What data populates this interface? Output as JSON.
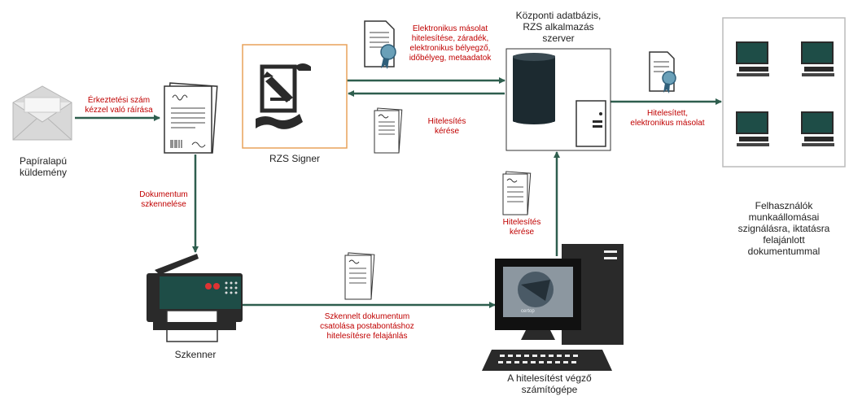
{
  "nodes": {
    "mail": "Papíralapú\nküldemény",
    "signer": "RZS Signer",
    "server": "Központi adatbázis,\nRZS alkalmazás\nszerver",
    "workstations": "Felhasználók\nmunkaállomásai\nszignálásra, iktatásra\nfelajánlott\ndokumentummal",
    "scanner": "Szkenner",
    "computer": "A hitelesítést végző\nszámítógépe"
  },
  "edges": {
    "registration": "Érkeztetési szám\nkézzel való ráírása",
    "scanning": "Dokumentum\nszkennelése",
    "electronic_copy": "Elektronikus másolat\nhitelesítése, záradék,\nelektronikus bélyegző,\nidőbélyeg, metaadatok",
    "auth_request_top": "Hitelesítés\nkérése",
    "auth_request_right": "Hitelesítés\nkérése",
    "authenticated": "Hitelesített,\nelektronikus másolat",
    "scanned_attach": "Szkennelt dokumentum\ncsatolása postabontáshoz\nhitelesítésre felajánlás"
  },
  "colors": {
    "arrow": "#2e5e4e",
    "accent_red": "#c00000",
    "screen": "#1e4d47",
    "signer_border": "#e8a25a"
  }
}
